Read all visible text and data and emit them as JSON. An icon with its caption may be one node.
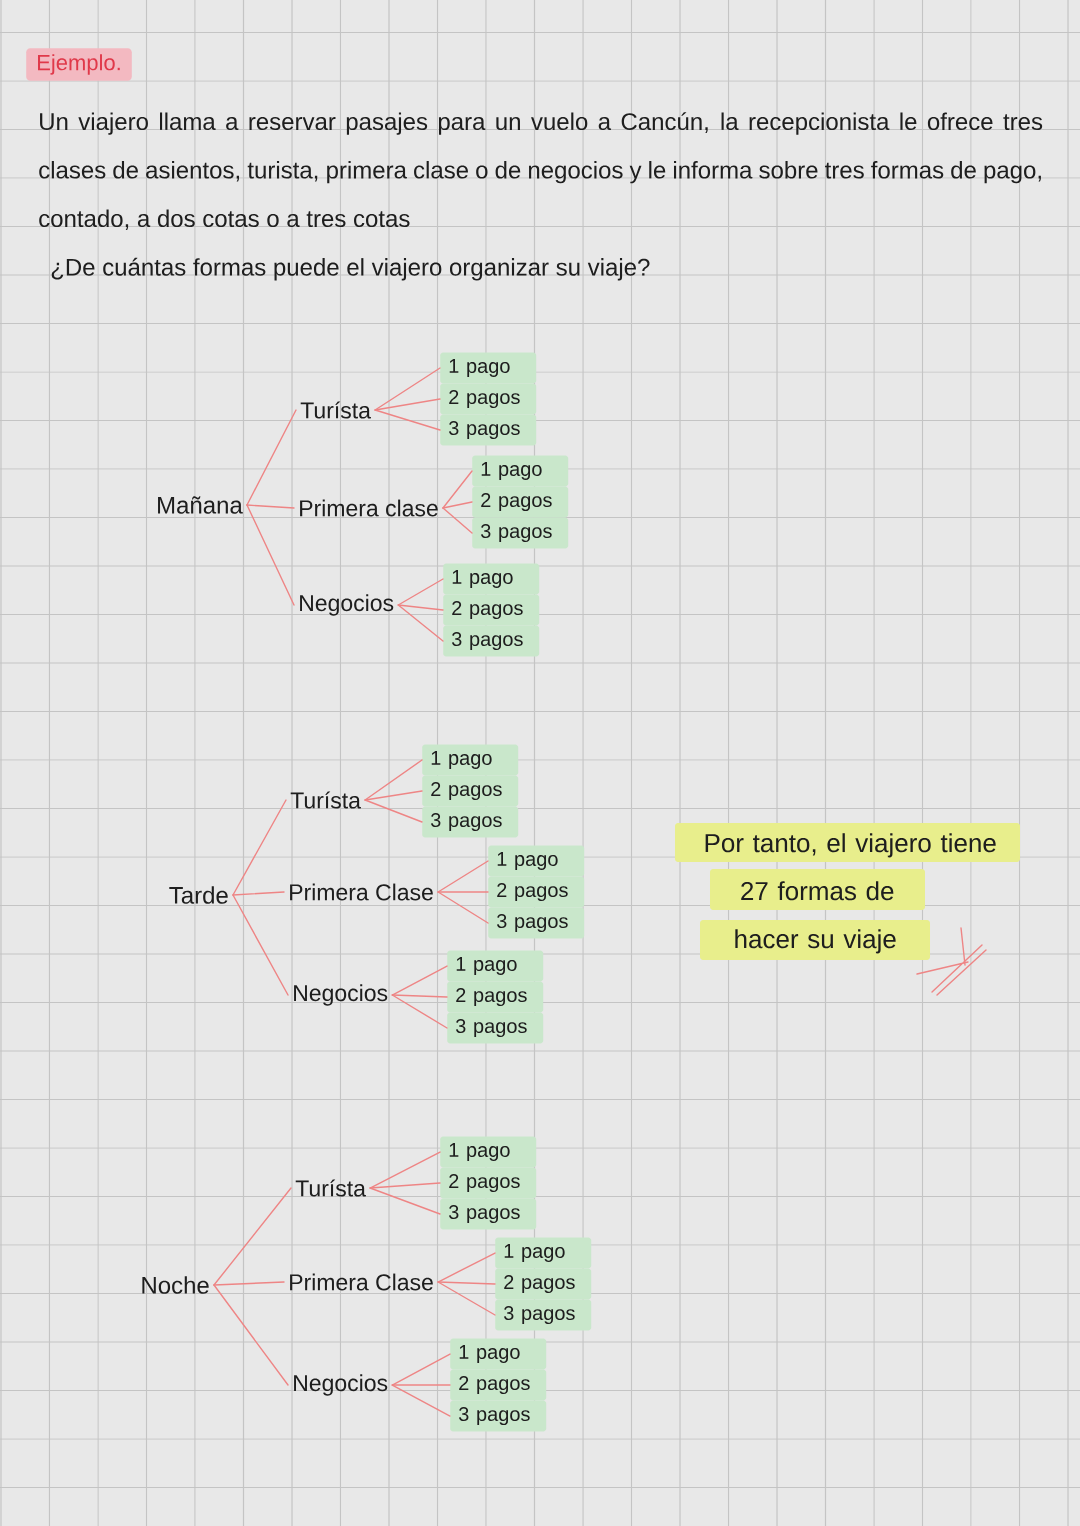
{
  "diagram": {
    "title": "Ejemplo.",
    "nodes": [
      {
        "text": [
          "Mañana"
        ]
      },
      {
        "text": [
          "Turísta"
        ]
      },
      {
        "text": [
          "1 pago"
        ]
      },
      {
        "text": [
          "2 pagos"
        ]
      },
      {
        "text": [
          "3 pagos"
        ]
      },
      {
        "text": [
          "Primera clase"
        ]
      },
      {
        "text": [
          "1 pago"
        ]
      },
      {
        "text": [
          "2 pagos"
        ]
      },
      {
        "text": [
          "3 pagos"
        ]
      },
      {
        "text": [
          "Negocios"
        ]
      },
      {
        "text": [
          "1 pago"
        ]
      },
      {
        "text": [
          "2 pagos"
        ]
      },
      {
        "text": [
          "3 pagos"
        ]
      },
      {
        "text": [
          "Tarde"
        ]
      },
      {
        "text": [
          "Turísta"
        ]
      },
      {
        "text": [
          "1 pago"
        ]
      },
      {
        "text": [
          "2 pagos"
        ]
      },
      {
        "text": [
          "3 pagos"
        ]
      },
      {
        "text": [
          "Primera Clase"
        ]
      },
      {
        "text": [
          "1 pago"
        ]
      },
      {
        "text": [
          "2 pagos"
        ]
      },
      {
        "text": [
          "3 pagos"
        ]
      },
      {
        "text": [
          "Negocios"
        ]
      },
      {
        "text": [
          "1 pago"
        ]
      },
      {
        "text": [
          "2 pagos"
        ]
      },
      {
        "text": [
          "3 pagos"
        ]
      },
      {
        "text": [
          "Noche"
        ]
      },
      {
        "text": [
          "Turísta"
        ]
      },
      {
        "text": [
          "1 pago"
        ]
      },
      {
        "text": [
          "2 pagos"
        ]
      },
      {
        "text": [
          "3 pagos"
        ]
      },
      {
        "text": [
          "Primera Clase"
        ]
      },
      {
        "text": [
          "1 pago"
        ]
      },
      {
        "text": [
          "2 pagos"
        ]
      },
      {
        "text": [
          "3 pagos"
        ]
      },
      {
        "text": [
          "Negocios"
        ]
      },
      {
        "text": [
          "1 pago"
        ]
      },
      {
        "text": [
          "2 pagos"
        ]
      },
      {
        "text": [
          "3 pagos"
        ]
      }
    ],
    "edges": [
      {
        "from": 0,
        "to": 1,
        "arrow": "none"
      },
      {
        "from": 0,
        "to": 5,
        "arrow": "none"
      },
      {
        "from": 0,
        "to": 9,
        "arrow": "none"
      },
      {
        "from": 1,
        "to": 2,
        "arrow": "none"
      },
      {
        "from": 1,
        "to": 3,
        "arrow": "none"
      },
      {
        "from": 1,
        "to": 4,
        "arrow": "none"
      },
      {
        "from": 5,
        "to": 6,
        "arrow": "none"
      },
      {
        "from": 5,
        "to": 7,
        "arrow": "none"
      },
      {
        "from": 5,
        "to": 8,
        "arrow": "none"
      },
      {
        "from": 9,
        "to": 10,
        "arrow": "none"
      },
      {
        "from": 9,
        "to": 11,
        "arrow": "none"
      },
      {
        "from": 9,
        "to": 12,
        "arrow": "none"
      },
      {
        "from": 13,
        "to": 14,
        "arrow": "none"
      },
      {
        "from": 13,
        "to": 18,
        "arrow": "none"
      },
      {
        "from": 13,
        "to": 22,
        "arrow": "none"
      },
      {
        "from": 14,
        "to": 15,
        "arrow": "none"
      },
      {
        "from": 14,
        "to": 16,
        "arrow": "none"
      },
      {
        "from": 14,
        "to": 17,
        "arrow": "none"
      },
      {
        "from": 18,
        "to": 19,
        "arrow": "none"
      },
      {
        "from": 18,
        "to": 20,
        "arrow": "none"
      },
      {
        "from": 18,
        "to": 21,
        "arrow": "none"
      },
      {
        "from": 22,
        "to": 23,
        "arrow": "none"
      },
      {
        "from": 22,
        "to": 24,
        "arrow": "none"
      },
      {
        "from": 22,
        "to": 25,
        "arrow": "none"
      },
      {
        "from": 26,
        "to": 27,
        "arrow": "none"
      },
      {
        "from": 26,
        "to": 31,
        "arrow": "none"
      },
      {
        "from": 26,
        "to": 35,
        "arrow": "none"
      },
      {
        "from": 27,
        "to": 28,
        "arrow": "none"
      },
      {
        "from": 27,
        "to": 29,
        "arrow": "none"
      },
      {
        "from": 27,
        "to": 30,
        "arrow": "none"
      },
      {
        "from": 31,
        "to": 32,
        "arrow": "none"
      },
      {
        "from": 31,
        "to": 33,
        "arrow": "none"
      },
      {
        "from": 31,
        "to": 34,
        "arrow": "none"
      },
      {
        "from": 35,
        "to": 36,
        "arrow": "none"
      },
      {
        "from": 35,
        "to": 37,
        "arrow": "none"
      },
      {
        "from": 35,
        "to": 38,
        "arrow": "none"
      }
    ],
    "labels": [
      "Un viajero llama a reservar pasajes para un vuelo a Cancún, la recepcionista le ofrece tres clases de asientos, turista, primera clase o de negocios y le informa sobre tres formas de pago, contado, a dos cotas o a tres cotas",
      "¿De cuántas formas puede el viajero organizar su viaje?",
      "Por tanto, el viajero tiene 27 formas de hacer su viaje"
    ]
  }
}
